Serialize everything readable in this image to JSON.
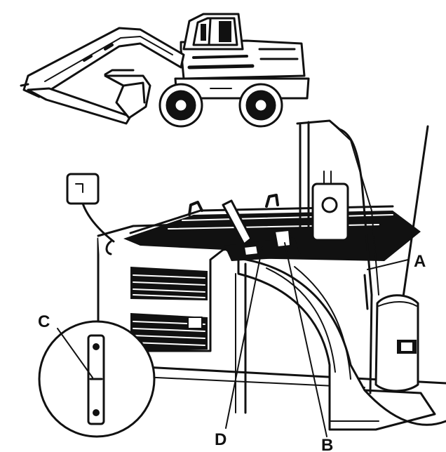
{
  "callouts": {
    "a": "A",
    "b": "B",
    "c": "C",
    "d": "D"
  },
  "colors": {
    "ink": "#111111",
    "background": "#ffffff"
  }
}
